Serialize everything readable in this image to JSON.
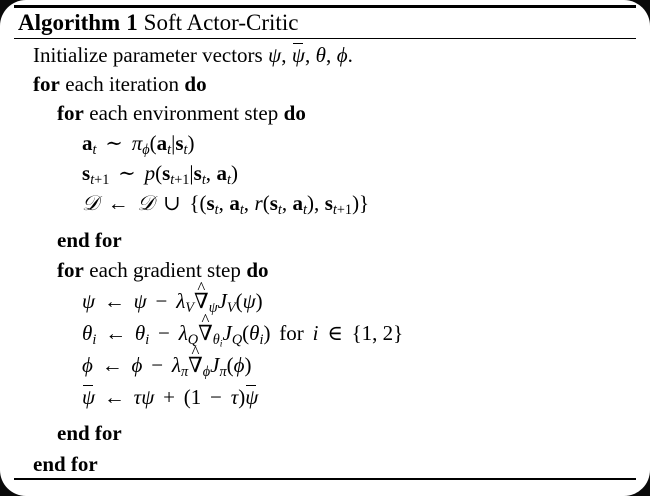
{
  "document": {
    "type": "algorithm-pseudocode-block",
    "title": {
      "keyword": "Algorithm",
      "number": "1",
      "name": "Soft Actor-Critic"
    },
    "rules": {
      "top": "thick",
      "middle": "thin",
      "bottom": "thin"
    },
    "lines": [
      {
        "id": "init",
        "indent": 1,
        "kind": "text",
        "text": "Initialize parameter vectors ψ, ψ̄, θ, φ."
      },
      {
        "id": "for-iteration",
        "indent": 1,
        "kind": "text",
        "text": "for each iteration do"
      },
      {
        "id": "for-env-step",
        "indent": 2,
        "kind": "text",
        "text": "for each environment step do"
      },
      {
        "id": "sample-action",
        "indent": 3,
        "kind": "math",
        "text": "a_t ~ π_φ(a_t|s_t)"
      },
      {
        "id": "sample-next-state",
        "indent": 3,
        "kind": "math",
        "text": "s_{t+1} ~ p(s_{t+1}|s_t, a_t)"
      },
      {
        "id": "update-buffer",
        "indent": 3,
        "kind": "math",
        "text": "D ← D ∪ {(s_t, a_t, r(s_t, a_t), s_{t+1})}"
      },
      {
        "id": "end-for-env",
        "indent": 2,
        "kind": "text",
        "text": "end for"
      },
      {
        "id": "for-grad-step",
        "indent": 2,
        "kind": "text",
        "text": "for each gradient step do"
      },
      {
        "id": "update-psi",
        "indent": 3,
        "kind": "math",
        "text": "ψ ← ψ − λ_V ∇̂_ψ J_V(ψ)"
      },
      {
        "id": "update-theta",
        "indent": 3,
        "kind": "math",
        "text": "θ_i ← θ_i − λ_Q ∇̂_{θ_i} J_Q(θ_i) for i ∈ {1, 2}"
      },
      {
        "id": "update-phi",
        "indent": 3,
        "kind": "math",
        "text": "φ ← φ − λ_π ∇̂_φ J_π(φ)"
      },
      {
        "id": "update-psi-bar",
        "indent": 3,
        "kind": "math",
        "text": "ψ̄ ← τψ + (1 − τ)ψ̄"
      },
      {
        "id": "end-for-grad",
        "indent": 2,
        "kind": "text",
        "text": "end for"
      },
      {
        "id": "end-for-iteration",
        "indent": 1,
        "kind": "text",
        "text": "end for"
      }
    ],
    "keywords": {
      "for": "for",
      "do": "do",
      "end_for": "end for",
      "each_iteration": "each iteration",
      "each_environment_step": "each environment step",
      "each_gradient_step": "each gradient step",
      "initialize": "Initialize parameter vectors",
      "for_i_in": "for",
      "index_set": "{1, 2}"
    },
    "symbols": {
      "psi": "ψ",
      "psi_bar": "ψ̄",
      "theta": "θ",
      "phi": "φ",
      "pi": "π",
      "tau": "τ",
      "lambda": "λ",
      "nabla_hat": "∇̂",
      "dataset": "D",
      "sim": "∼",
      "gets": "←",
      "cup": "∪",
      "in": "∈"
    },
    "colors": {
      "ink": "#000000",
      "paper": "#ffffff",
      "corner": "#0a0a0a"
    }
  }
}
